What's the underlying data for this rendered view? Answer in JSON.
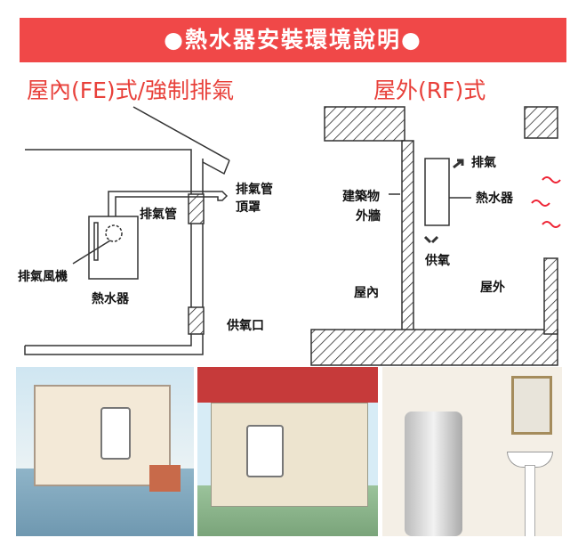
{
  "banner": {
    "title": "●熱水器安裝環境說明●"
  },
  "left_diagram": {
    "title": "屋內(FE)式/強制排氣",
    "labels": {
      "exhaust_cap_1": "排氣管",
      "exhaust_cap_2": "頂罩",
      "exhaust_pipe": "排氣管",
      "exhaust_fan": "排氣風機",
      "heater": "熱水器",
      "air_inlet": "供氧口"
    }
  },
  "right_diagram": {
    "title": "屋外(RF)式",
    "labels": {
      "exhaust": "排氣",
      "wall_1": "建築物",
      "wall_2": "外牆",
      "heater": "熱水器",
      "air_supply": "供氧",
      "indoor": "屋內",
      "outdoor": "屋外"
    }
  },
  "colors": {
    "accent": "#f04848"
  }
}
